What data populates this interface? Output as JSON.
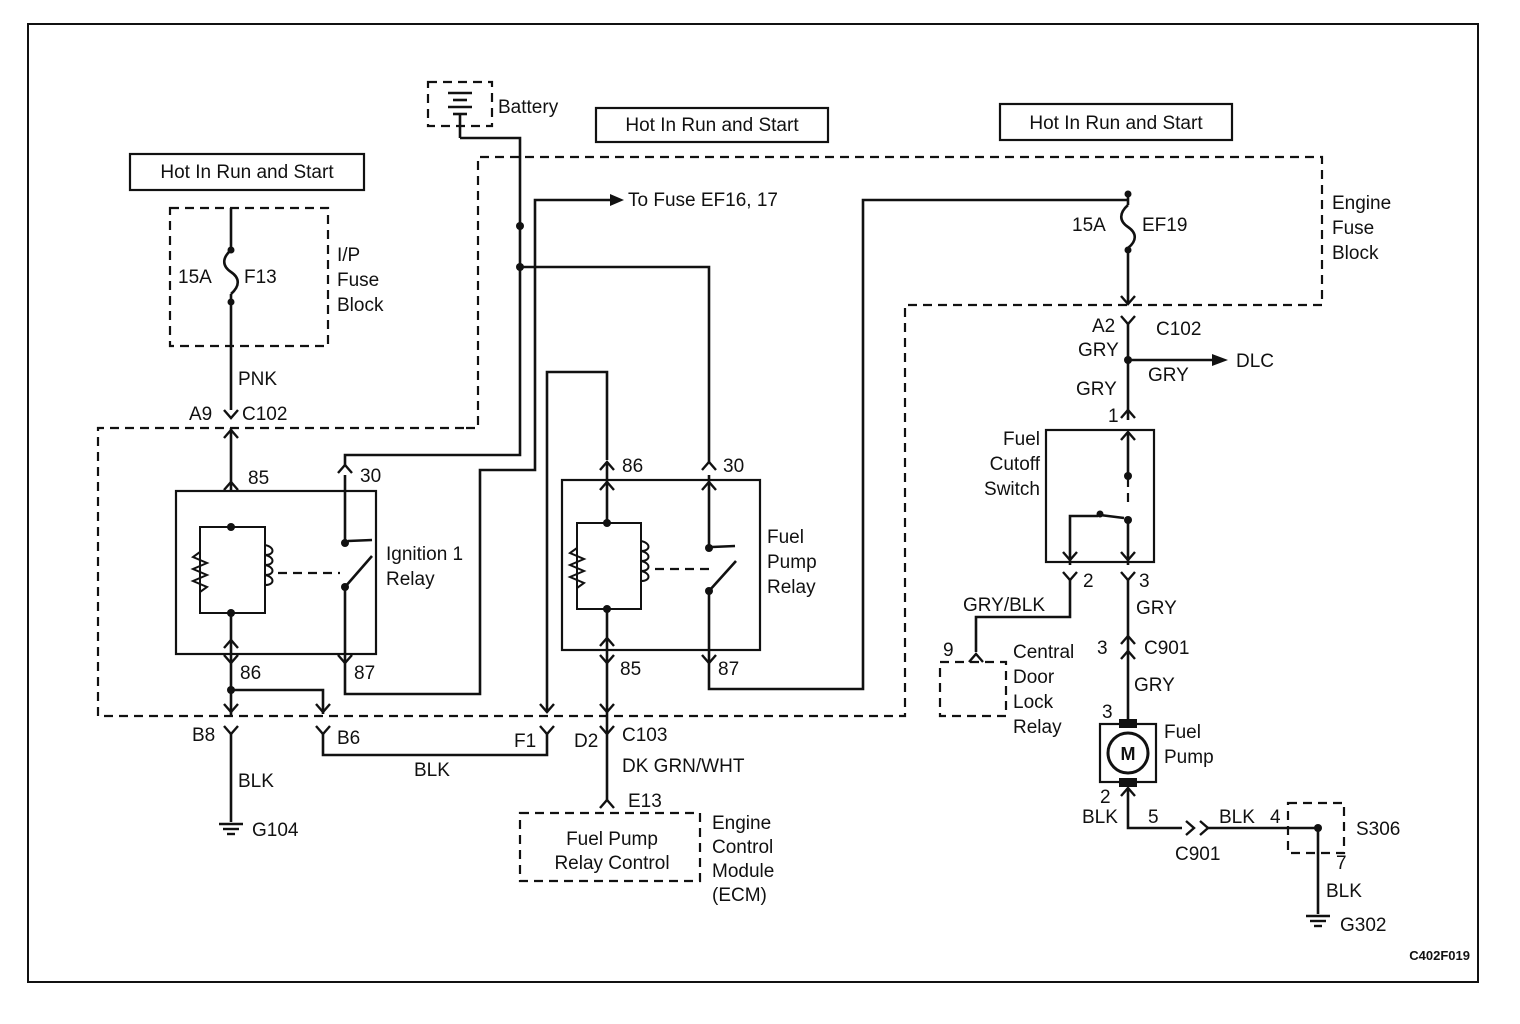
{
  "labels": {
    "hot_run_start": "Hot In Run and Start",
    "battery": "Battery",
    "to_fuse": "To Fuse EF16, 17",
    "ip_fuse_block": [
      "I/P",
      "Fuse",
      "Block"
    ],
    "engine_fuse_block": [
      "Engine",
      "Fuse",
      "Block"
    ],
    "fuse_15a": "15A",
    "fuse_f13": "F13",
    "fuse_ef19": "EF19",
    "pnk": "PNK",
    "a9": "A9",
    "a2": "A2",
    "c102": "C102",
    "c103": "C103",
    "c901": "C901",
    "gry": "GRY",
    "gry_blk": "GRY/BLK",
    "blk": "BLK",
    "dk_grn_wht": "DK GRN/WHT",
    "dlc": "DLC",
    "pin_85": "85",
    "pin_86": "86",
    "pin_30": "30",
    "pin_87": "87",
    "pin_1": "1",
    "pin_2": "2",
    "pin_3": "3",
    "pin_4": "4",
    "pin_5": "5",
    "pin_7": "7",
    "pin_9": "9",
    "b8": "B8",
    "b6": "B6",
    "f1": "F1",
    "d2": "D2",
    "e13": "E13",
    "g104": "G104",
    "g302": "G302",
    "s306": "S306",
    "ignition_relay": [
      "Ignition 1",
      "Relay"
    ],
    "fuel_pump_relay": [
      "Fuel",
      "Pump",
      "Relay"
    ],
    "fuel_cutoff_switch": [
      "Fuel",
      "Cutoff",
      "Switch"
    ],
    "central_door_lock_relay": [
      "Central",
      "Door",
      "Lock",
      "Relay"
    ],
    "fuel_pump": [
      "Fuel",
      "Pump"
    ],
    "motor": "M",
    "fuel_pump_relay_control": [
      "Fuel Pump",
      "Relay Control"
    ],
    "ecm": [
      "Engine",
      "Control",
      "Module",
      "(ECM)"
    ],
    "figure_code": "C402F019"
  }
}
